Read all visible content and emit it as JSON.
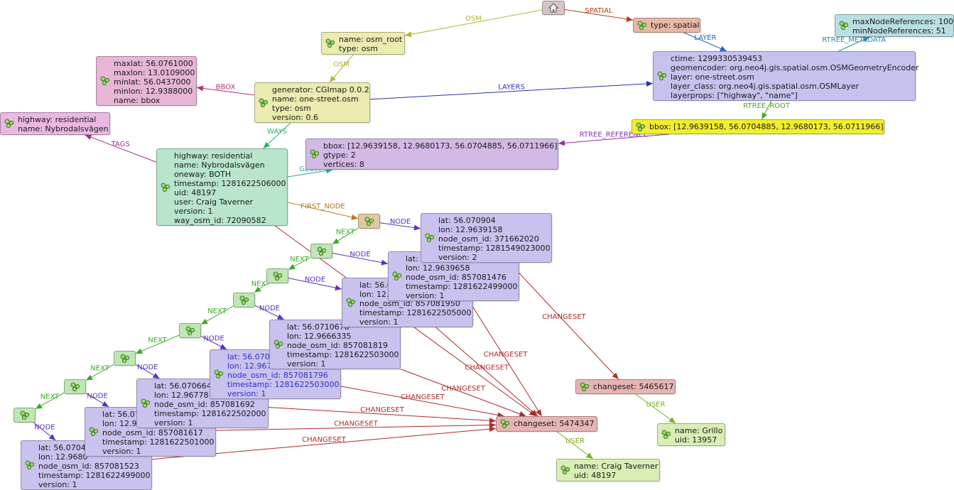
{
  "nodes": {
    "home": {
      "icon": "home-icon",
      "lines": []
    },
    "spatial_type": {
      "icon": "neo4j-node-icon",
      "lines": [
        "type: spatial"
      ]
    },
    "rtree_metadata": {
      "icon": "neo4j-node-icon",
      "lines": [
        "maxNodeReferences: 100",
        "minNodeReferences: 51"
      ]
    },
    "osm_root": {
      "icon": "neo4j-node-icon",
      "lines": [
        "name: osm_root",
        "type: osm"
      ]
    },
    "layer": {
      "icon": "neo4j-node-icon",
      "lines": [
        "ctime: 1299330539453",
        "geomencoder: org.neo4j.gis.spatial.osm.OSMGeometryEncoder",
        "layer: one-street.osm",
        "layer_class: org.neo4j.gis.spatial.osm.OSMLayer",
        "layerprops: [\"highway\", \"name\"]"
      ]
    },
    "dataset_bbox": {
      "icon": "neo4j-node-icon",
      "lines": [
        "maxlat: 56.0761000",
        "maxlon: 13.0109000",
        "minlat: 56.0437000",
        "minlon: 12.9388000",
        "name: bbox"
      ]
    },
    "dataset": {
      "icon": "neo4j-node-icon",
      "lines": [
        "generator: CGImap 0.0.2",
        "name: one-street.osm",
        "type: osm",
        "version: 0.6"
      ]
    },
    "rtree_root": {
      "icon": "neo4j-node-icon",
      "lines": [
        "bbox: [12.9639158, 56.0704885, 12.9680173, 56.0711966]"
      ]
    },
    "tags": {
      "icon": "neo4j-node-icon",
      "lines": [
        "highway: residential",
        "name: Nybrodalsvägen"
      ]
    },
    "geom": {
      "icon": "neo4j-node-icon",
      "lines": [
        "bbox: [12.9639158, 12.9680173, 56.0704885, 56.0711966]",
        "gtype: 2",
        "vertices: 8"
      ]
    },
    "way": {
      "icon": "neo4j-node-icon",
      "lines": [
        "highway: residential",
        "name: Nybrodalsvägen",
        "oneway: BOTH",
        "timestamp: 1281622506000",
        "uid: 48197",
        "user: Craig Taverner",
        "version: 1",
        "way_osm_id: 72090582"
      ]
    },
    "first_node": {
      "icon": "neo4j-node-icon",
      "lines": []
    },
    "w1": {
      "icon": "neo4j-node-icon",
      "lines": []
    },
    "w2": {
      "icon": "neo4j-node-icon",
      "lines": []
    },
    "w3": {
      "icon": "neo4j-node-icon",
      "lines": []
    },
    "w4": {
      "icon": "neo4j-node-icon",
      "lines": []
    },
    "w5": {
      "icon": "neo4j-node-icon",
      "lines": []
    },
    "w6": {
      "icon": "neo4j-node-icon",
      "lines": []
    },
    "w7": {
      "icon": "neo4j-node-icon",
      "lines": []
    },
    "n1": {
      "icon": "neo4j-node-icon",
      "lines": [
        "lat: 56.070904",
        "lon: 12.9639158",
        "node_osm_id: 371662020",
        "timestamp: 1281549023000",
        "version: 2"
      ]
    },
    "n2": {
      "icon": "neo4j-node-icon",
      "lines": [
        "lat: 5",
        "lon: 12.9639658",
        "node_osm_id: 857081476",
        "timestamp: 1281622499000",
        "version: 1"
      ]
    },
    "n3": {
      "icon": "neo4j-node-icon",
      "lines": [
        "lat: 56.0",
        "lon: 12.",
        "node_osm_id: 857081950",
        "timestamp: 1281622505000",
        "version: 1"
      ]
    },
    "n4": {
      "icon": "neo4j-node-icon",
      "lines": [
        "lat: 56.0710678",
        "lon: 12.9666335",
        "node_osm_id: 857081819",
        "timestamp: 1281622503000",
        "version: 1"
      ]
    },
    "n5": {
      "icon": "neo4j-node-icon",
      "lines": [
        "lat: 56.0706",
        "lon: 12.967",
        "node_osm_id: 857081796",
        "timestamp: 1281622503000",
        "version: 1"
      ]
    },
    "n6": {
      "icon": "neo4j-node-icon",
      "lines": [
        "lat: 56.070664",
        "lon: 12.96778",
        "node_osm_id: 857081692",
        "timestamp: 1281622502000",
        "version: 1"
      ]
    },
    "n7": {
      "icon": "neo4j-node-icon",
      "lines": [
        "lat: 56.07",
        "lon: 12.96",
        "node_osm_id: 857081617",
        "timestamp: 1281622501000",
        "version: 1"
      ]
    },
    "n8": {
      "icon": "neo4j-node-icon",
      "lines": [
        "lat: 56.0704",
        "lon: 12.9680",
        "node_osm_id: 857081523",
        "timestamp: 1281622499000",
        "version: 1"
      ]
    },
    "cs_5465617": {
      "icon": "neo4j-node-icon",
      "lines": [
        "changeset: 5465617"
      ]
    },
    "cs_5474347": {
      "icon": "neo4j-node-icon",
      "lines": [
        "changeset: 5474347"
      ]
    },
    "user_grillo": {
      "icon": "neo4j-node-icon",
      "lines": [
        "name: Grillo",
        "uid: 13957"
      ]
    },
    "user_craig": {
      "icon": "neo4j-node-icon",
      "lines": [
        "name: Craig Taverner",
        "uid: 48197"
      ]
    }
  },
  "edges": [
    {
      "from": "home",
      "to": "osm_root",
      "label": "OSM",
      "color": "#b6b33a"
    },
    {
      "from": "home",
      "to": "spatial_type",
      "label": "SPATIAL",
      "color": "#b0401a"
    },
    {
      "from": "spatial_type",
      "to": "layer",
      "label": "LAYER",
      "color": "#2a62c0"
    },
    {
      "from": "layer",
      "to": "rtree_metadata",
      "label": "RTREE_METADATA",
      "color": "#2a8fa6"
    },
    {
      "from": "osm_root",
      "to": "dataset",
      "label": "OSM",
      "color": "#b6b33a"
    },
    {
      "from": "dataset",
      "to": "dataset_bbox",
      "label": "BBOX",
      "color": "#b3306f"
    },
    {
      "from": "dataset",
      "to": "layer",
      "label": "LAYERS",
      "color": "#2a33a8"
    },
    {
      "from": "layer",
      "to": "rtree_root",
      "label": "RTREE_ROOT",
      "color": "#4aa82a"
    },
    {
      "from": "rtree_root",
      "to": "geom",
      "label": "RTREE_REFERENCE",
      "color": "#8a2fb0"
    },
    {
      "from": "dataset",
      "to": "way",
      "label": "WAYS",
      "color": "#2fae62"
    },
    {
      "from": "way",
      "to": "tags",
      "label": "TAGS",
      "color": "#a0308e"
    },
    {
      "from": "way",
      "to": "geom",
      "label": "GEOM",
      "color": "#2aa89a"
    },
    {
      "from": "way",
      "to": "first_node",
      "label": "FIRST_NODE",
      "color": "#b37a1a"
    },
    {
      "from": "first_node",
      "to": "n1",
      "label": "NODE",
      "color": "#5a2fc0"
    },
    {
      "from": "first_node",
      "to": "w1",
      "label": "NEXT",
      "color": "#3aa82a"
    },
    {
      "from": "w1",
      "to": "n2",
      "label": "NODE",
      "color": "#5a2fc0"
    },
    {
      "from": "w1",
      "to": "w2",
      "label": "NEXT",
      "color": "#3aa82a"
    },
    {
      "from": "w2",
      "to": "n3",
      "label": "NODE",
      "color": "#5a2fc0"
    },
    {
      "from": "w2",
      "to": "w3",
      "label": "NEXT",
      "color": "#3aa82a"
    },
    {
      "from": "w3",
      "to": "n4",
      "label": "NODE",
      "color": "#5a2fc0"
    },
    {
      "from": "w3",
      "to": "w4",
      "label": "NEXT",
      "color": "#3aa82a"
    },
    {
      "from": "w4",
      "to": "n5",
      "label": "NODE",
      "color": "#5a2fc0"
    },
    {
      "from": "w4",
      "to": "w5",
      "label": "NEXT",
      "color": "#3aa82a"
    },
    {
      "from": "w5",
      "to": "n6",
      "label": "NODE",
      "color": "#5a2fc0"
    },
    {
      "from": "w5",
      "to": "w6",
      "label": "NEXT",
      "color": "#3aa82a"
    },
    {
      "from": "w6",
      "to": "n7",
      "label": "NODE",
      "color": "#5a2fc0"
    },
    {
      "from": "w6",
      "to": "w7",
      "label": "NEXT",
      "color": "#3aa82a"
    },
    {
      "from": "w7",
      "to": "n8",
      "label": "NODE",
      "color": "#5a2fc0"
    },
    {
      "from": "n1",
      "to": "cs_5465617",
      "label": "CHANGESET",
      "color": "#b02a2a"
    },
    {
      "from": "n2",
      "to": "cs_5474347",
      "label": "CHANGESET",
      "color": "#b02a2a"
    },
    {
      "from": "n3",
      "to": "cs_5474347",
      "label": "CHANGESET",
      "color": "#b02a2a"
    },
    {
      "from": "n4",
      "to": "cs_5474347",
      "label": "CHANGESET",
      "color": "#b02a2a"
    },
    {
      "from": "n5",
      "to": "cs_5474347",
      "label": "CHANGESET",
      "color": "#b02a2a"
    },
    {
      "from": "n6",
      "to": "cs_5474347",
      "label": "CHANGESET",
      "color": "#b02a2a"
    },
    {
      "from": "n7",
      "to": "cs_5474347",
      "label": "CHANGESET",
      "color": "#b02a2a"
    },
    {
      "from": "n8",
      "to": "cs_5474347",
      "label": "CHANGESET",
      "color": "#b02a2a"
    },
    {
      "from": "way",
      "to": "cs_5474347",
      "label": "",
      "color": "#b02a2a"
    },
    {
      "from": "cs_5465617",
      "to": "user_grillo",
      "label": "USER",
      "color": "#7aae1a"
    },
    {
      "from": "cs_5474347",
      "to": "user_craig",
      "label": "USER",
      "color": "#7aae1a"
    }
  ]
}
